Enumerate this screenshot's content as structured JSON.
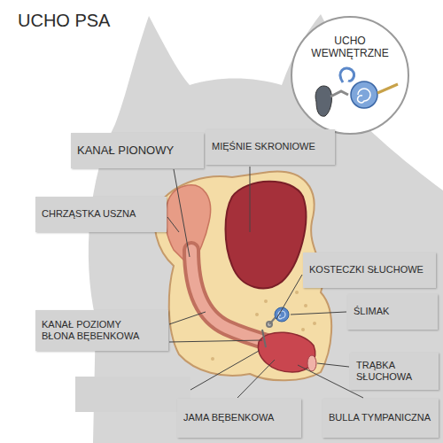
{
  "diagram": {
    "title": "UCHO PSA",
    "nodes": [
      {
        "text": [
          "UCHO WEWNĘTRZNE"
        ]
      },
      {
        "text": [
          "KANAŁ PIONOWY"
        ]
      },
      {
        "text": [
          "MIĘŚNIE SKRONIOWE"
        ]
      },
      {
        "text": [
          "CHRZĄSTKA USZNA"
        ]
      },
      {
        "text": [
          "KOSTECZKI SŁUCHOWE"
        ]
      },
      {
        "text": [
          "ŚLIMAK"
        ]
      },
      {
        "text": [
          "KANAŁ POZIOMY",
          "BŁONA BĘBENKOWA"
        ]
      },
      {
        "text": [
          "TRĄBKA SŁUCHOWA"
        ]
      },
      {
        "text": [
          "JAMA BĘBENKOWA"
        ]
      },
      {
        "text": [
          "BULLA TYMPANICZNA"
        ]
      }
    ]
  }
}
